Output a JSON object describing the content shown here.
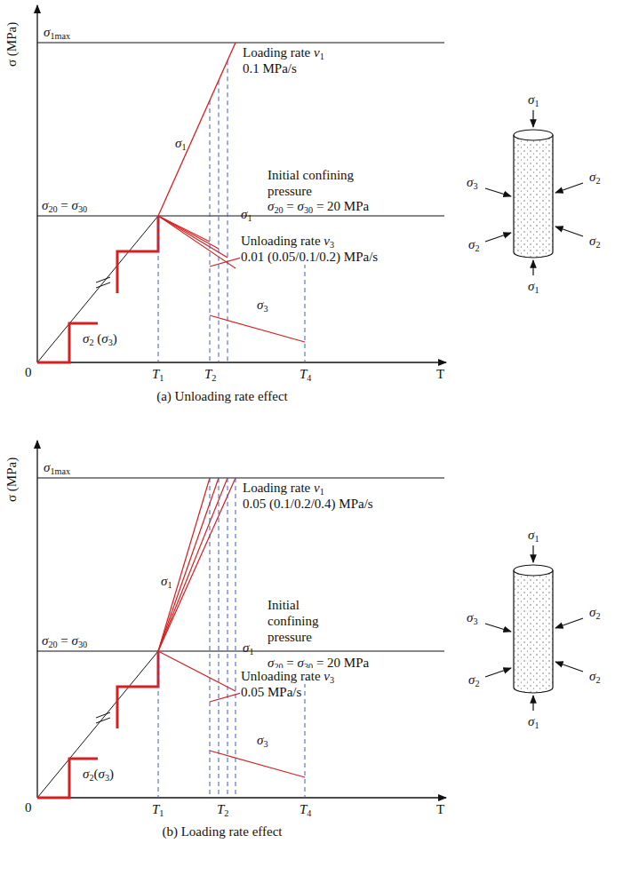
{
  "diagram": {
    "labels": [
      "σ (MPa)",
      "σ1max",
      "Loading rate ν1",
      "0.1 MPa/s",
      "σ1",
      "σ1",
      "Initial confining pressure",
      "σ20 = σ30 = 20 MPa",
      "σ20 = σ30",
      "Unloading rate ν3",
      "0.01 (0.05/0.1/0.2) MPa/s",
      "σ3",
      "σ2 (σ3)",
      "0",
      "T1",
      "T2",
      "T4",
      "T",
      "σ1",
      "σ3",
      "σ2",
      "σ2",
      "σ2",
      "σ1",
      "(a) Unloading rate effect",
      "σ (MPa)",
      "σ1max",
      "Loading rate ν1",
      "0.05 (0.1/0.2/0.4) MPa/s",
      "σ1",
      "σ1",
      "Initial confining pressure",
      "σ20 = σ30 = 20 MPa",
      "σ20 = σ30",
      "Unloading rate ν3",
      "0.05 MPa/s",
      "σ3",
      "σ2(σ3)",
      "0",
      "T1",
      "T2",
      "T4",
      "T",
      "σ1",
      "σ3",
      "σ2",
      "σ2",
      "σ2",
      "σ1",
      "(b) Loading rate effect"
    ]
  }
}
